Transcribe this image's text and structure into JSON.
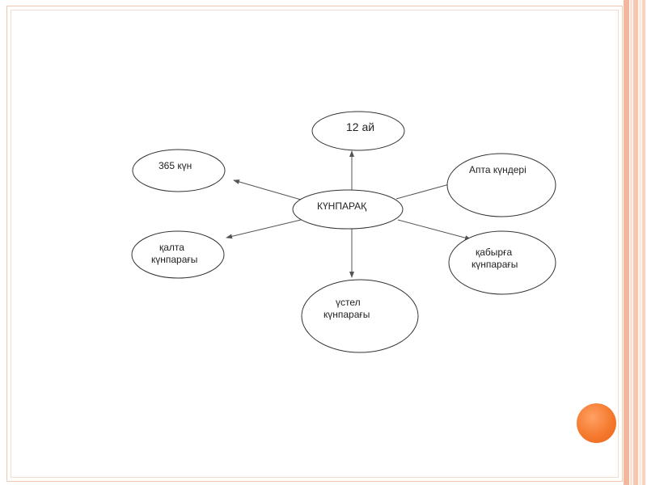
{
  "diagram": {
    "center": "КҮНПАРАҚ",
    "nodes": {
      "months": "12 ай",
      "days365": "365 күн",
      "weekdays": "Апта күндері",
      "pocket": [
        "қалта",
        "күнпарағы"
      ],
      "wall": [
        "қабырға",
        "күнпарағы"
      ],
      "desk": [
        "үстел",
        "күнпарағы"
      ]
    }
  },
  "colors": {
    "accent": "#f57a2e",
    "frame": "#f2c9b0",
    "stripe": "#f3b89b",
    "stroke": "#333333"
  }
}
